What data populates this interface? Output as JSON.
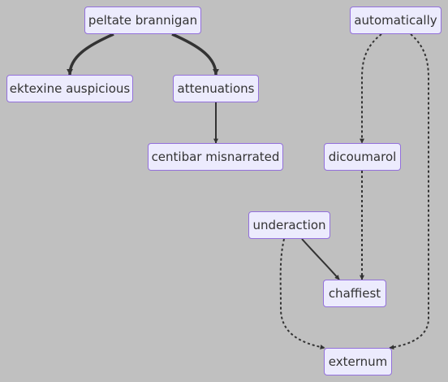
{
  "diagram": {
    "type": "flowchart",
    "nodes": [
      {
        "id": "peltate",
        "label": "peltate brannigan"
      },
      {
        "id": "ektexine",
        "label": "ektexine auspicious"
      },
      {
        "id": "attenuations",
        "label": "attenuations"
      },
      {
        "id": "centibar",
        "label": "centibar misnarrated"
      },
      {
        "id": "automatically",
        "label": "automatically"
      },
      {
        "id": "dicoumarol",
        "label": "dicoumarol"
      },
      {
        "id": "underaction",
        "label": "underaction"
      },
      {
        "id": "chaffiest",
        "label": "chaffiest"
      },
      {
        "id": "externum",
        "label": "externum"
      }
    ],
    "edges": [
      {
        "from": "peltate",
        "to": "ektexine",
        "style": "thick"
      },
      {
        "from": "peltate",
        "to": "attenuations",
        "style": "thick"
      },
      {
        "from": "attenuations",
        "to": "centibar",
        "style": "normal"
      },
      {
        "from": "automatically",
        "to": "dicoumarol",
        "style": "dotted"
      },
      {
        "from": "automatically",
        "to": "externum",
        "style": "dotted"
      },
      {
        "from": "dicoumarol",
        "to": "chaffiest",
        "style": "dotted"
      },
      {
        "from": "underaction",
        "to": "chaffiest",
        "style": "normal"
      },
      {
        "from": "underaction",
        "to": "externum",
        "style": "dotted"
      }
    ],
    "colors": {
      "background": "#c0c0c0",
      "node_fill": "#ecebfd",
      "node_border": "#9370db",
      "text": "#333333",
      "edge": "#333333"
    }
  }
}
